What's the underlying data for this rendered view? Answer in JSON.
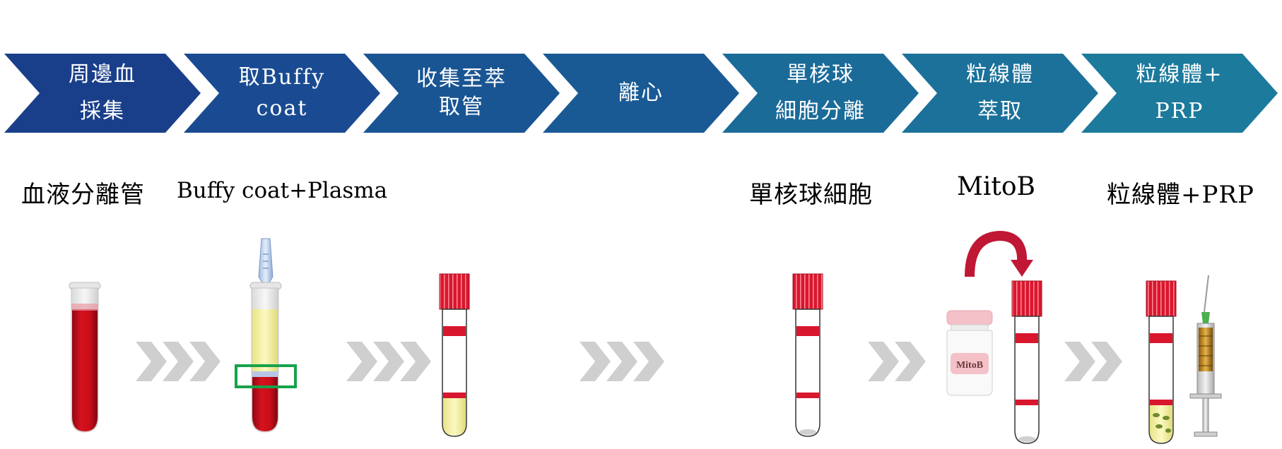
{
  "colors": {
    "chevron_fill": [
      "#1a3f8a",
      "#1a4b92",
      "#1a5593",
      "#195a95",
      "#1b6b99",
      "#1b719a",
      "#1c7a9c"
    ],
    "tube_cap": "#d8172e",
    "blood": "#c8101e",
    "plasma": "#f3f1a0",
    "frame_green": "#17a24b",
    "arrow_gray": "#cfcfcf",
    "curve_arrow": "#c01735"
  },
  "steps": [
    {
      "label": "周邊血\n採集"
    },
    {
      "label": "取Buffy\ncoat"
    },
    {
      "label": "收集至萃\n取管"
    },
    {
      "label": "離心"
    },
    {
      "label": "單核球\n細胞分離"
    },
    {
      "label": "粒線體\n萃取"
    },
    {
      "label": "粒線體+\nPRP"
    }
  ],
  "labels": {
    "blood_tube": "血液分離管",
    "buffy": "Buffy coat+Plasma",
    "mono": "單核球細胞",
    "mitob": "MitoB",
    "mito_prp": "粒線體+PRP"
  },
  "vial_label": "MitoB",
  "icons": {
    "arrows": "triple-chevron-arrow-icon",
    "curve": "curved-arrow-icon",
    "syringe": "syringe-icon",
    "pipette": "pipette-icon"
  }
}
